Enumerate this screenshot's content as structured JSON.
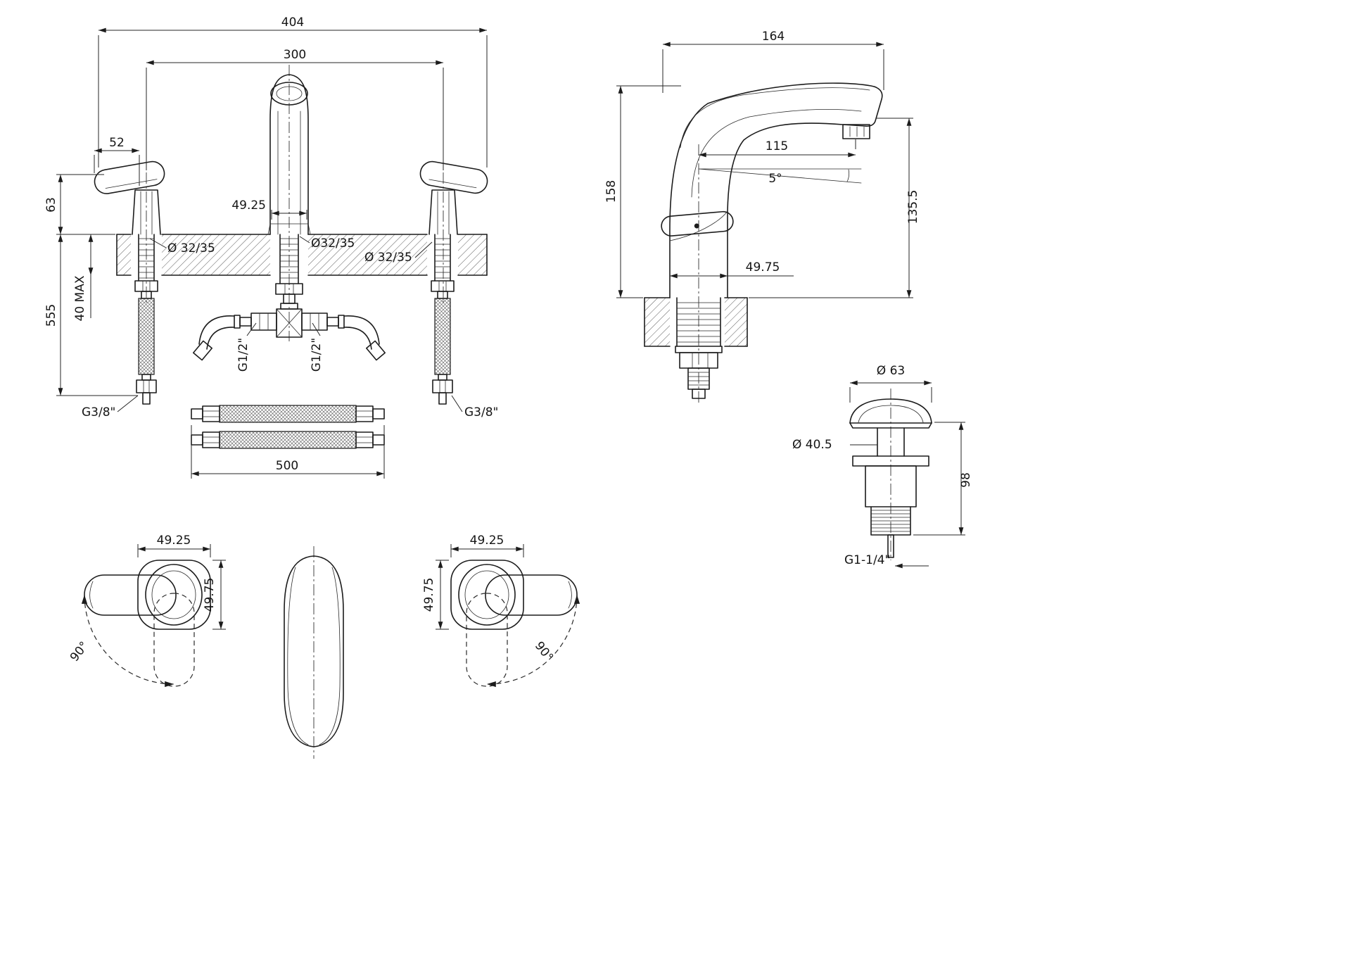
{
  "drawing": {
    "line_color": "#1c1c1c",
    "background": "#ffffff"
  },
  "front": {
    "overall_width": "404",
    "hole_spacing": "300",
    "handle_overhang": "52",
    "handle_height": "63",
    "below_deck_height": "555",
    "deck_max": "40 MAX",
    "spout_base": "49.25",
    "hole_left": "Ø 32/35",
    "hole_center": "Ø32/35",
    "hole_right": "Ø 32/35",
    "g12_left": "G1/2\"",
    "g12_right": "G1/2\"",
    "g38_left": "G3/8\"",
    "g38_right": "G3/8\"",
    "hose_length": "500"
  },
  "side": {
    "reach": "164",
    "height": "158",
    "outlet_reach": "115",
    "outlet_angle": "5°",
    "outlet_height": "135.5",
    "base_dia": "49.75"
  },
  "drain": {
    "cap_dia": "Ø 63",
    "body_dia": "Ø 40.5",
    "height": "98",
    "thread": "G1-1/4\""
  },
  "handles": {
    "left": {
      "width": "49.25",
      "depth": "49.75",
      "swing": "90°"
    },
    "right": {
      "width": "49.25",
      "depth": "49.75",
      "swing": "90°"
    }
  }
}
